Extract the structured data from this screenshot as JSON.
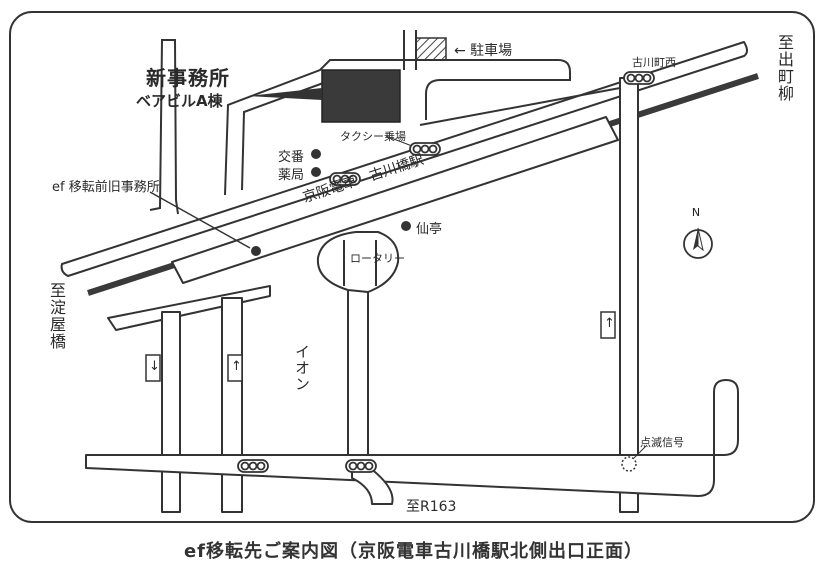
{
  "map": {
    "new_office_title": "新事務所",
    "new_office_building": "ベアビルA棟",
    "parking": "← 駐車場",
    "taxi": "タクシー乗場",
    "police_box": "交番",
    "pharmacy": "薬局",
    "old_office": "ef 移転前旧事務所",
    "railway_label": "京阪電車　古川橋駅",
    "sentei": "仙亭",
    "rotary": "ロータリー",
    "aeon": "イオン",
    "furukawacho_nishi": "古川町西",
    "to_demachiyanagi": "至出町柳",
    "to_yodoyabashi": "至淀屋橋",
    "to_r163": "至R163",
    "blinking_signal": "点滅信号",
    "north": "N",
    "one_way_up": "↑",
    "one_way_down": "↓"
  },
  "caption": "ef移転先ご案内図（京阪電車古川橋駅北側出口正面）",
  "colors": {
    "line": "#333333",
    "fill": "#ffffff",
    "building": "#3a3a3a",
    "track": "#3a3a3a"
  }
}
